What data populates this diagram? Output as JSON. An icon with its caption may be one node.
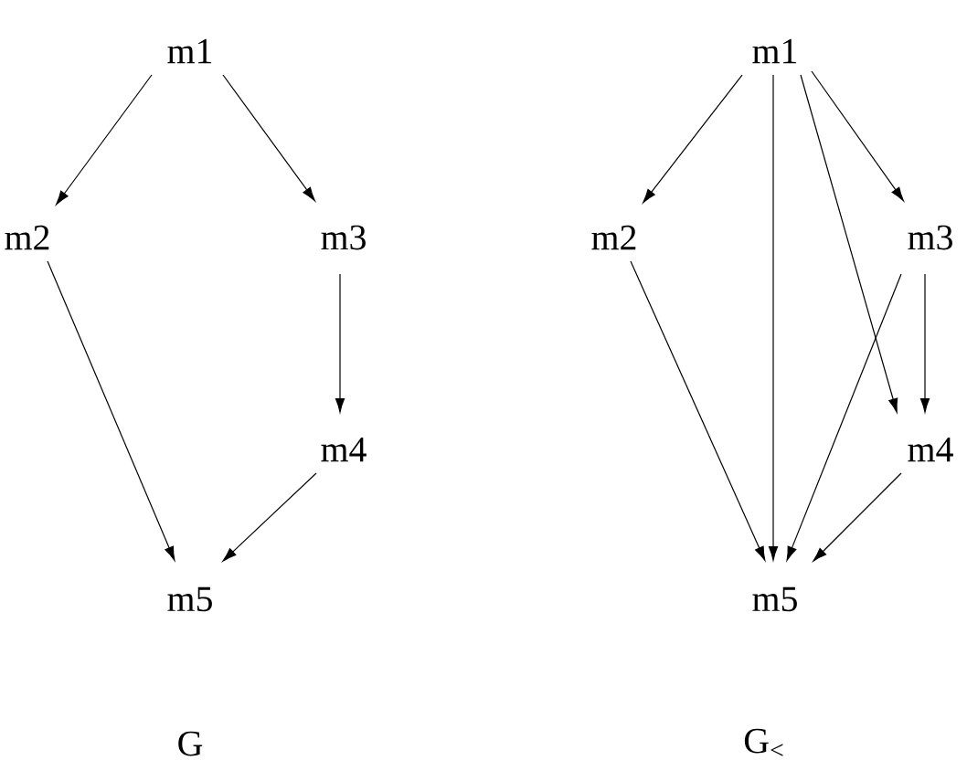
{
  "diagram": {
    "nodes": [
      {
        "text": [
          "m1"
        ]
      },
      {
        "text": [
          "m2"
        ]
      },
      {
        "text": [
          "m3"
        ]
      },
      {
        "text": [
          "m4"
        ]
      },
      {
        "text": [
          "m5"
        ]
      },
      {
        "text": [
          "m1"
        ]
      },
      {
        "text": [
          "m2"
        ]
      },
      {
        "text": [
          "m3"
        ]
      },
      {
        "text": [
          "m4"
        ]
      },
      {
        "text": [
          "m5"
        ]
      }
    ],
    "edges": [
      {
        "from": 0,
        "to": 1,
        "arrow": "to"
      },
      {
        "from": 0,
        "to": 2,
        "arrow": "to"
      },
      {
        "from": 2,
        "to": 3,
        "arrow": "to"
      },
      {
        "from": 1,
        "to": 4,
        "arrow": "to"
      },
      {
        "from": 3,
        "to": 4,
        "arrow": "to"
      },
      {
        "from": 5,
        "to": 6,
        "arrow": "to"
      },
      {
        "from": 5,
        "to": 9,
        "arrow": "to"
      },
      {
        "from": 5,
        "to": 8,
        "arrow": "to"
      },
      {
        "from": 5,
        "to": 7,
        "arrow": "to"
      },
      {
        "from": 6,
        "to": 9,
        "arrow": "to"
      },
      {
        "from": 7,
        "to": 9,
        "arrow": "to"
      },
      {
        "from": 7,
        "to": 8,
        "arrow": "to"
      },
      {
        "from": 8,
        "to": 9,
        "arrow": "to"
      }
    ],
    "labels": [
      "G",
      "G$_{<}$"
    ]
  }
}
